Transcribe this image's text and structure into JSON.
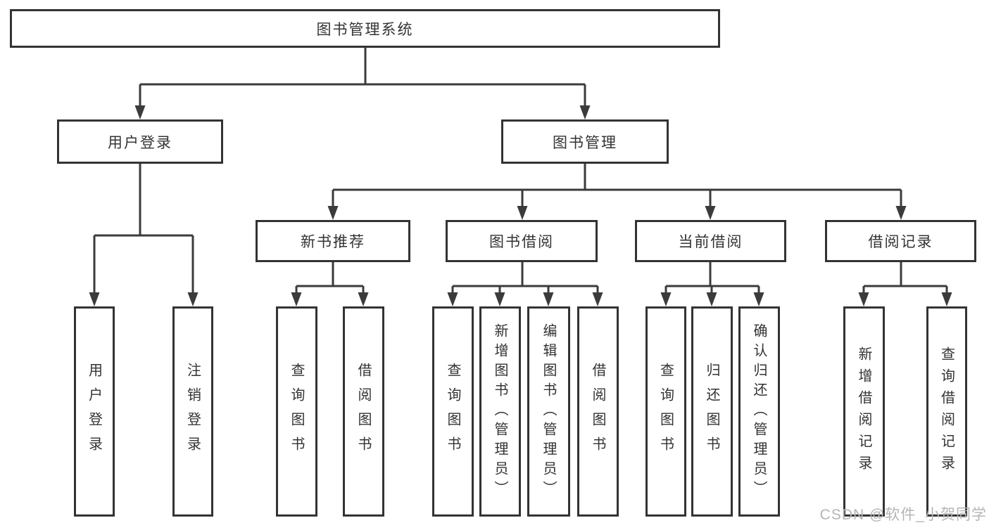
{
  "colors": {
    "line": "#3b3b3b",
    "box_border": "#333333",
    "box_fill": "#ffffff",
    "text": "#333333",
    "watermark_text": "#b5b5b5",
    "background": "#ffffff"
  },
  "watermark": {
    "label": "CSDN @软件_小贺同学"
  },
  "tree": {
    "root": {
      "label": "图书管理系统"
    },
    "children": [
      {
        "label": "用户登录",
        "children": [
          {
            "label": "用户登录"
          },
          {
            "label": "注销登录"
          }
        ]
      },
      {
        "label": "图书管理",
        "children": [
          {
            "label": "新书推荐",
            "children": [
              {
                "label": "查询图书"
              },
              {
                "label": "借阅图书"
              }
            ]
          },
          {
            "label": "图书借阅",
            "children": [
              {
                "label": "查询图书"
              },
              {
                "label": "新增图书（管理员）"
              },
              {
                "label": "编辑图书（管理员）"
              },
              {
                "label": "借阅图书"
              }
            ]
          },
          {
            "label": "当前借阅",
            "children": [
              {
                "label": "查询图书"
              },
              {
                "label": "归还图书"
              },
              {
                "label": "确认归还（管理员）"
              }
            ]
          },
          {
            "label": "借阅记录",
            "children": [
              {
                "label": "新增借阅记录"
              },
              {
                "label": "查询借阅记录"
              }
            ]
          }
        ]
      }
    ]
  }
}
